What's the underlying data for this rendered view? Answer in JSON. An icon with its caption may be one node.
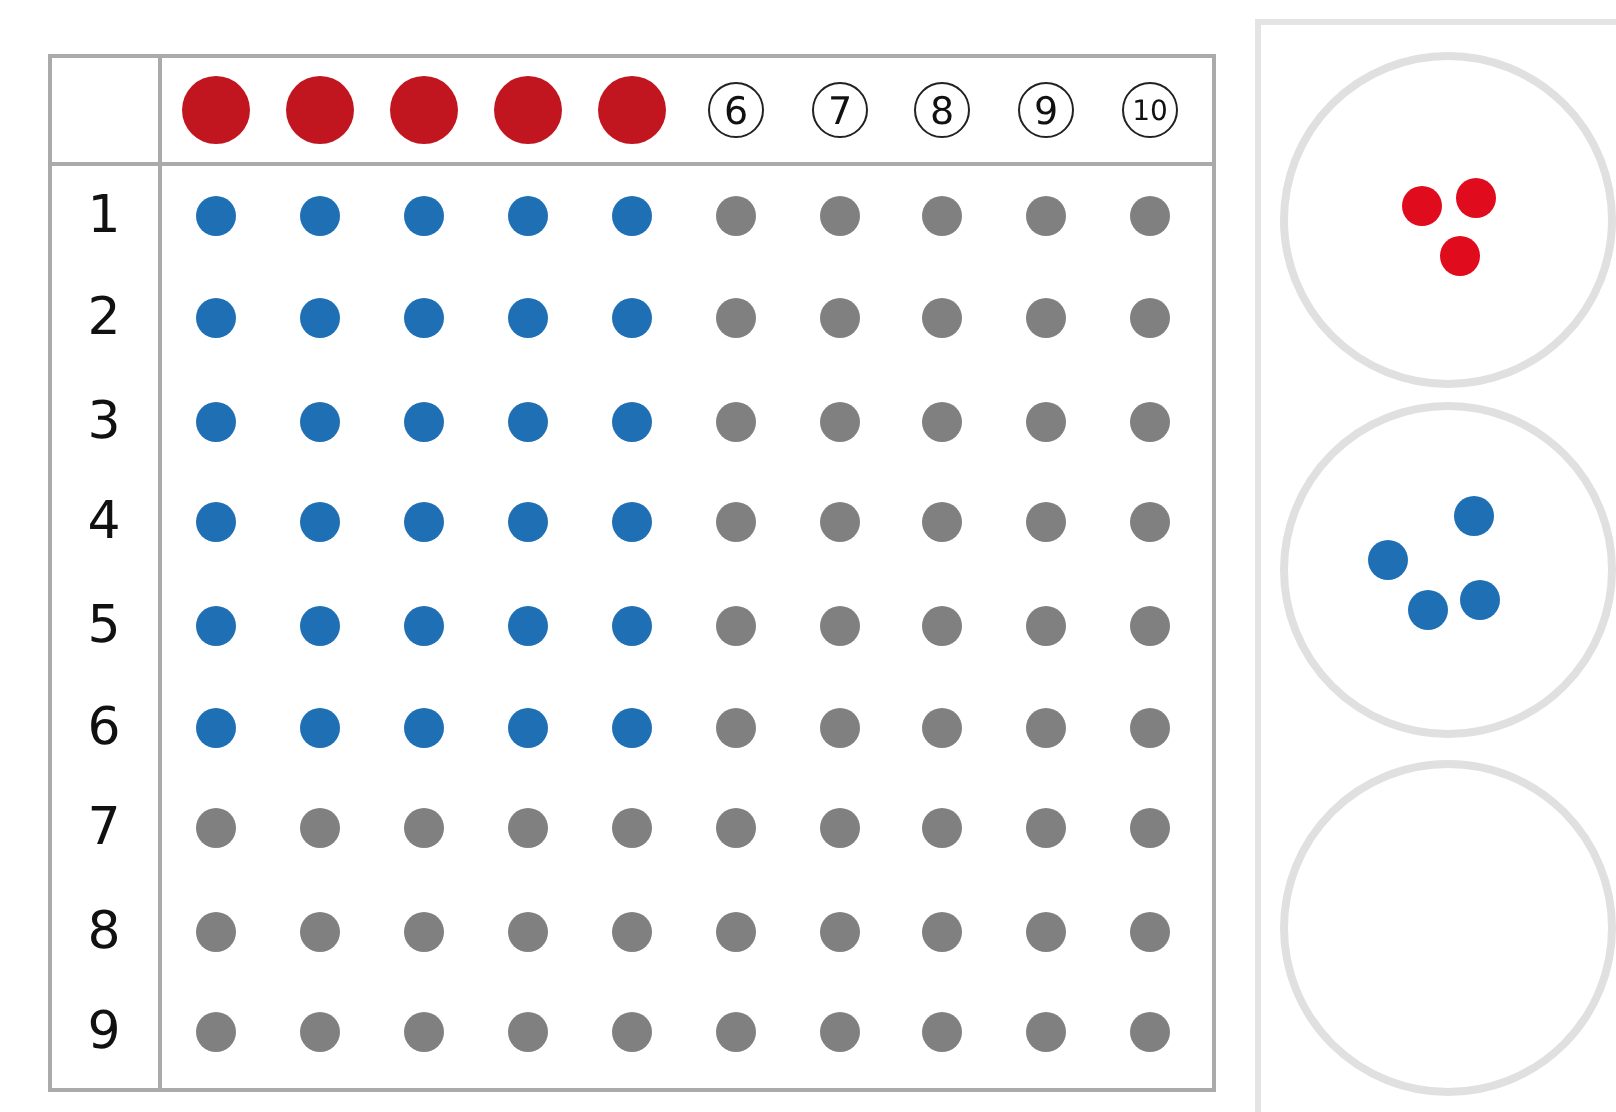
{
  "diagram": {
    "labels": [
      "6",
      "7",
      "8",
      "9",
      "10",
      "1",
      "2",
      "3",
      "4",
      "5",
      "6",
      "7",
      "8",
      "9"
    ]
  }
}
